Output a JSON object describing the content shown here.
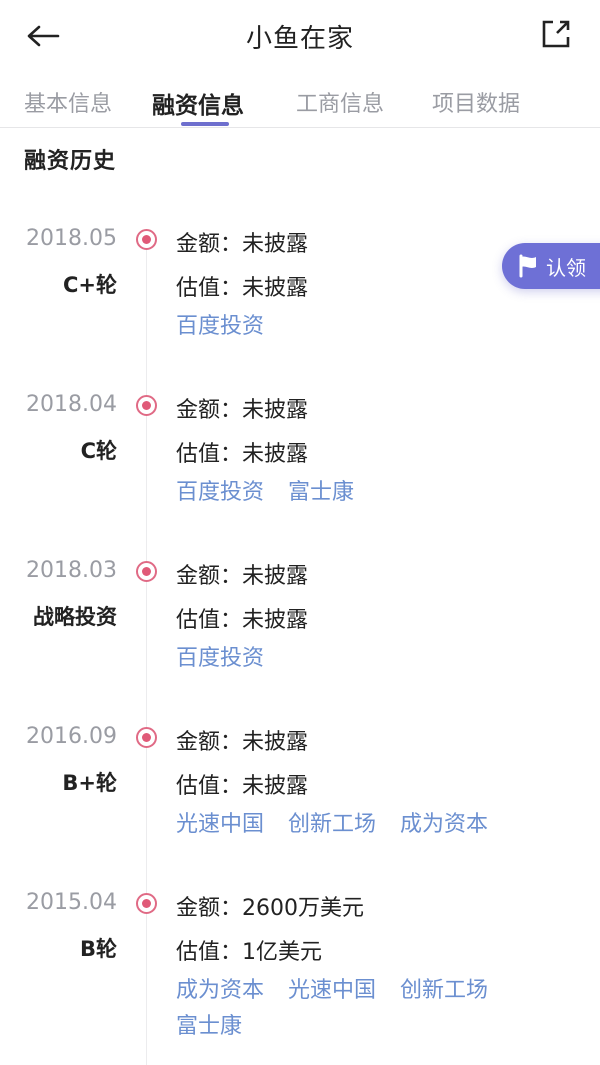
{
  "navbar": {
    "title": "小鱼在家",
    "back_icon": "arrow-left-icon",
    "share_icon": "external-link-icon"
  },
  "tabs": [
    {
      "label": "基本信息",
      "active": false
    },
    {
      "label": "融资信息",
      "active": true
    },
    {
      "label": "工商信息",
      "active": false
    },
    {
      "label": "项目数据",
      "active": false
    }
  ],
  "accent_color": "#6e6fce",
  "section_title": "融资历史",
  "claim_button": {
    "label": "认领",
    "icon": "flag-icon"
  },
  "rounds": [
    {
      "date": "2018.05",
      "stage": "C+轮",
      "amount_label": "金额：",
      "amount": "未披露",
      "valuation_label": "估值：",
      "valuation": "未披露",
      "investors": [
        "百度投资"
      ]
    },
    {
      "date": "2018.04",
      "stage": "C轮",
      "amount_label": "金额：",
      "amount": "未披露",
      "valuation_label": "估值：",
      "valuation": "未披露",
      "investors": [
        "百度投资",
        "富士康"
      ]
    },
    {
      "date": "2018.03",
      "stage": "战略投资",
      "amount_label": "金额：",
      "amount": "未披露",
      "valuation_label": "估值：",
      "valuation": "未披露",
      "investors": [
        "百度投资"
      ]
    },
    {
      "date": "2016.09",
      "stage": "B+轮",
      "amount_label": "金额：",
      "amount": "未披露",
      "valuation_label": "估值：",
      "valuation": "未披露",
      "investors": [
        "光速中国",
        "创新工场",
        "成为资本"
      ]
    },
    {
      "date": "2015.04",
      "stage": "B轮",
      "amount_label": "金额：",
      "amount": "2600万美元",
      "valuation_label": "估值：",
      "valuation": "1亿美元",
      "investors": [
        "成为资本",
        "光速中国",
        "创新工场",
        "富士康"
      ]
    }
  ]
}
